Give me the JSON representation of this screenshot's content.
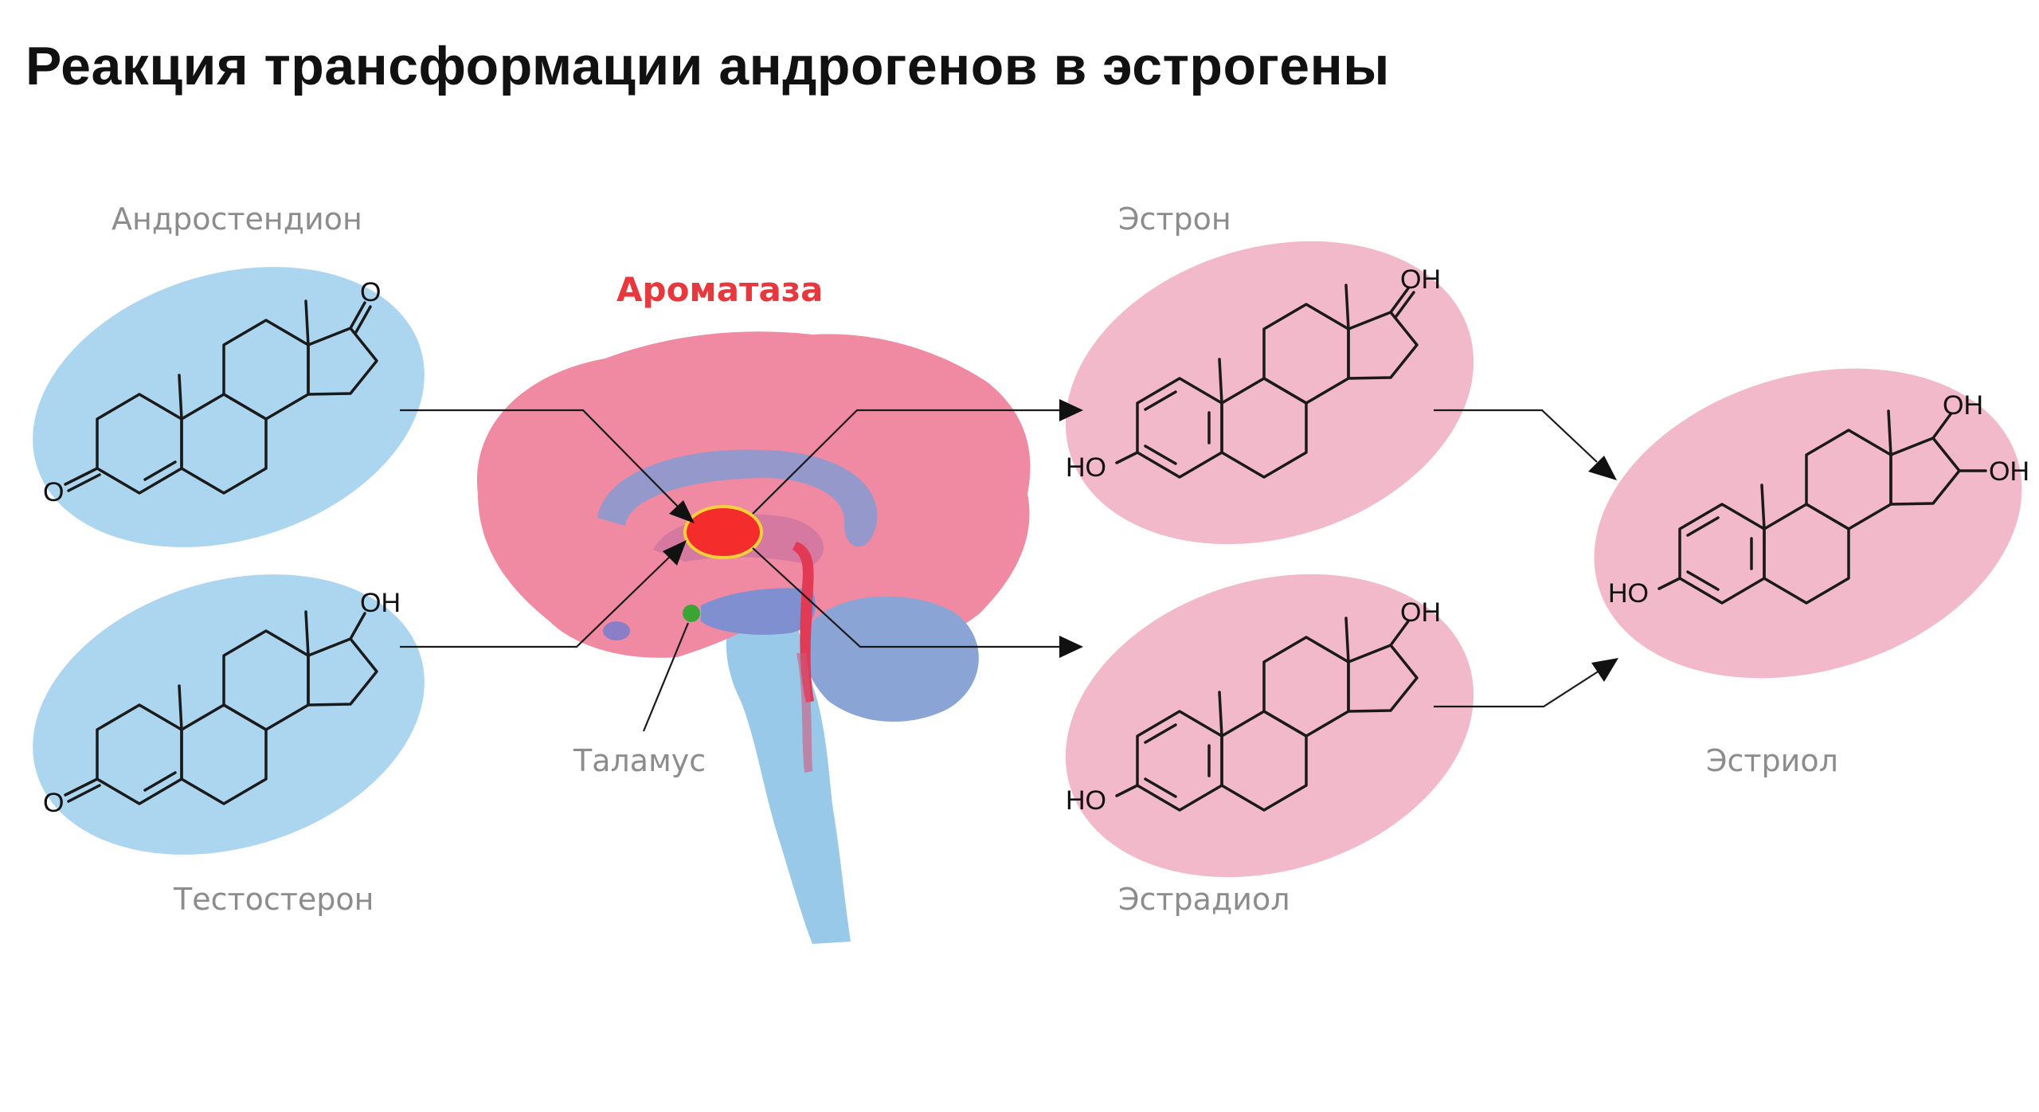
{
  "title": "Реакция трансформации андрогенов в эстрогены",
  "enzyme": "Ароматаза",
  "brain_region": "Таламус",
  "androgens": [
    {
      "name": "Андростендион",
      "atom_labels": [
        "O",
        "O"
      ]
    },
    {
      "name": "Тестостерон",
      "atom_labels": [
        "O",
        "OH"
      ]
    }
  ],
  "estrogens": [
    {
      "name": "Эстрон",
      "atom_labels": [
        "HO",
        "OH"
      ]
    },
    {
      "name": "Эстрадиол",
      "atom_labels": [
        "HO",
        "OH"
      ]
    },
    {
      "name": "Эстриол",
      "atom_labels": [
        "HO",
        "OH",
        "OH"
      ]
    }
  ],
  "colors": {
    "androgen_fill": "#acd6f0",
    "estrogen_fill": "#f2b9cb",
    "brain": "#ef8aa2",
    "aromatase": "#f42c2c",
    "enzyme_label": "#e8383d",
    "label": "#8c8c8c"
  }
}
